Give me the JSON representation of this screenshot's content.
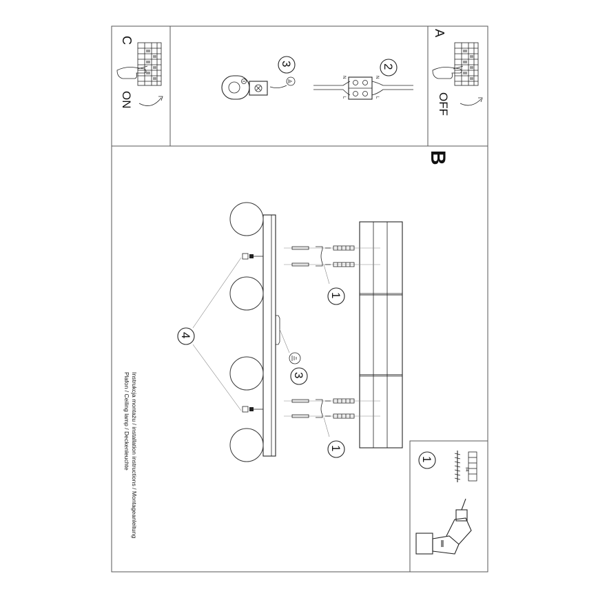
{
  "panels": {
    "a": {
      "letter": "A",
      "state": "OFF"
    },
    "c": {
      "letter": "C",
      "state": "ON"
    },
    "b": {
      "letter": "B"
    }
  },
  "steps": {
    "one": "1",
    "two": "2",
    "three": "3",
    "four": "4"
  },
  "terminal": {
    "n": "N",
    "l": "L"
  },
  "kit": {
    "quantity": "x4"
  },
  "caption": {
    "line1": "Instrukcja montażu / installation instructions / Montageanleitung",
    "line2": "Plafon / Ceiling lamp / Deckenleuchte"
  },
  "icons": {
    "ground": "ground-icon",
    "hand": "hand-icon",
    "drill": "drill-icon",
    "breaker": "breaker-panel-icon"
  }
}
